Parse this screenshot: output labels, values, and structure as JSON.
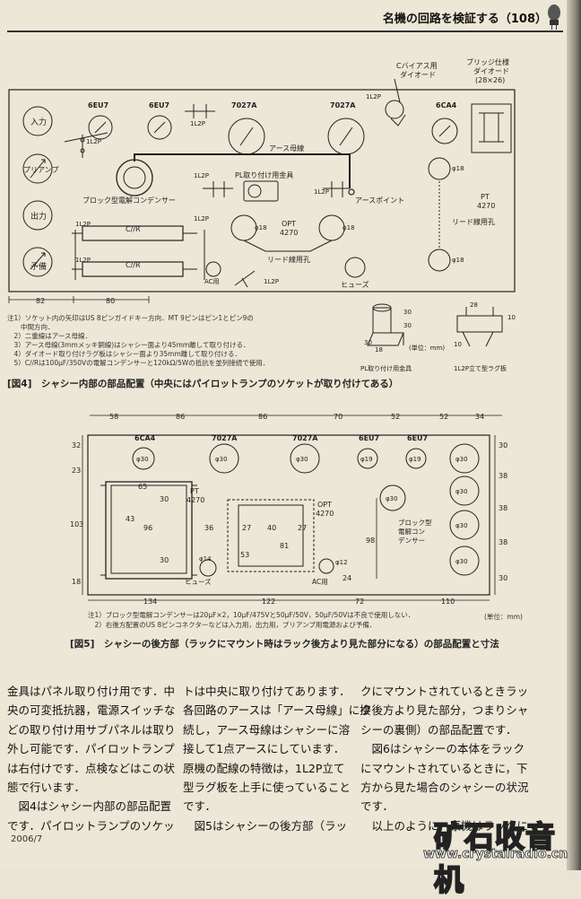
{
  "header": {
    "title": "名機の回路を検証する（108）"
  },
  "fig4": {
    "caption": "[図4]　シャシー内部の部品配置（中央にはパイロットランプのソケットが取り付けてある）",
    "labels": {
      "input": "入力",
      "preamp": "プリアンプ",
      "output": "出力",
      "spare": "予備",
      "tube_6eu7_a": "6EU7",
      "tube_6eu7_b": "6EU7",
      "tube_7027a_a": "7027A",
      "tube_7027a_b": "7027A",
      "tube_6ca4": "6CA4",
      "socket_1l2p": "1L2P",
      "block_cap": "ブロック型電解コンデンサー",
      "earth_bus": "アース母線",
      "pl_bracket": "PL取り付け用金具",
      "earth_point": "アースポイント",
      "opt": "OPT",
      "opt_model": "4270",
      "pt": "PT",
      "pt_model": "4270",
      "lead_hole_a": "リード線用孔",
      "lead_hole_b": "リード線用孔",
      "cr": "C//R",
      "ac_in": "AC用",
      "fuse": "ヒューズ",
      "c_bias_diode": "Cバイアス用\nダイオード",
      "bridge_diode": "ブリッジ仕様\nダイオード\n(28×26)",
      "phi18": "φ18",
      "dim_82": "82",
      "dim_80": "80",
      "unit": "(単位：mm)",
      "pl_bracket_caption": "PL取り付け用金具",
      "lug_caption": "1L2P立て型ラグ板"
    },
    "notes": [
      "注1）ソケット内の矢印はUS 8ピンガイドキー方向．MT 9ピンはピン1とピン9の",
      "　　中間方向．",
      "　2）二重線はアース母線．",
      "　3）アース母線(3mmメッキ銅線)はシャシー面より45mm離して取り付ける．",
      "　4）ダイオード取り付けラグ板はシャシー面より35mm離して取り付ける．",
      "　5）C//Rは100μF/350Vの電解コンデンサーと120kΩ/5Wの抵抗を並列接続で使用．"
    ]
  },
  "fig5": {
    "caption": "[図5]　シャシーの後方部（ラックにマウント時はラック後方より見た部分になる）の部品配置と寸法",
    "top_dims": [
      "58",
      "86",
      "86",
      "70",
      "52",
      "52",
      "34"
    ],
    "bottom_dims": [
      "134",
      "122",
      "72",
      "110"
    ],
    "left_dims": [
      "32",
      "23",
      "103",
      "18"
    ],
    "right_dims": [
      "30",
      "38",
      "38",
      "38",
      "30"
    ],
    "tube_labels": [
      "6CA4",
      "7027A",
      "7027A",
      "6EU7",
      "6EU7"
    ],
    "hole_labels": [
      "φ30",
      "φ30",
      "φ30",
      "φ19",
      "φ19"
    ],
    "right_holes": [
      "φ30",
      "φ30",
      "φ30",
      "φ30"
    ],
    "pt": "PT",
    "pt_model": "4270",
    "opt": "OPT",
    "opt_model": "4270",
    "block_cap": "ブロック型\n電解コン\nデンサー",
    "inner_dims": {
      "d65": "65",
      "d30": "30",
      "d43": "43",
      "d96": "96",
      "d30b": "30",
      "d36": "36",
      "d27a": "27",
      "d40": "40",
      "d27b": "27",
      "d53": "53",
      "d81": "81",
      "d98": "98",
      "d24": "24"
    },
    "fuse": "ヒューズ",
    "phi14": "φ14",
    "ac": "AC用",
    "phi12": "φ12",
    "phi30": "φ30",
    "footnote1": "注1）ブロック型電解コンデンサーは20μF×2，10μF/475Vと50μF/50V，50μF/50Vは不良で使用しない．",
    "footnote2": "　2）右後方配置のUS 8ピンコネクターなどは入力用，出力用，プリアンプ用電源および予備．",
    "unit": "(単位：mm)"
  },
  "body": {
    "col1": [
      "金具はパネル取り付け用です．中",
      "央の可変抵抗器，電源スイッチな",
      "どの取り付け用サブパネルは取り",
      "外し可能です．パイロットランプ",
      "は右付けです．点検などはこの状",
      "態で行います．",
      "　図4はシャシー内部の部品配置",
      "です．パイロットランプのソケッ"
    ],
    "col2": [
      "トは中央に取り付けてあります．",
      "各回路のアースは「アース母線」に接",
      "続し，アース母線はシャシーに溶",
      "接して1点アースにしています．",
      "原機の配線の特徴は，1L2P立て",
      "型ラグ板を上手に使っていること",
      "です．",
      "　図5はシャシーの後方部（ラッ"
    ],
    "col3": [
      "クにマウントされているときラッ",
      "ク後方より見た部分，つまりシャ",
      "シーの裏側）の部品配置です．",
      "　図6はシャシーの本体をラック",
      "にマウントされているときに，下",
      "方から見た場合のシャシーの状況",
      "です．",
      "　以上のように，原機はラックに"
    ]
  },
  "footer": {
    "date": "2006/7"
  },
  "watermark": {
    "title": "矿石收音机",
    "url": "www.crystalradio.cn"
  }
}
